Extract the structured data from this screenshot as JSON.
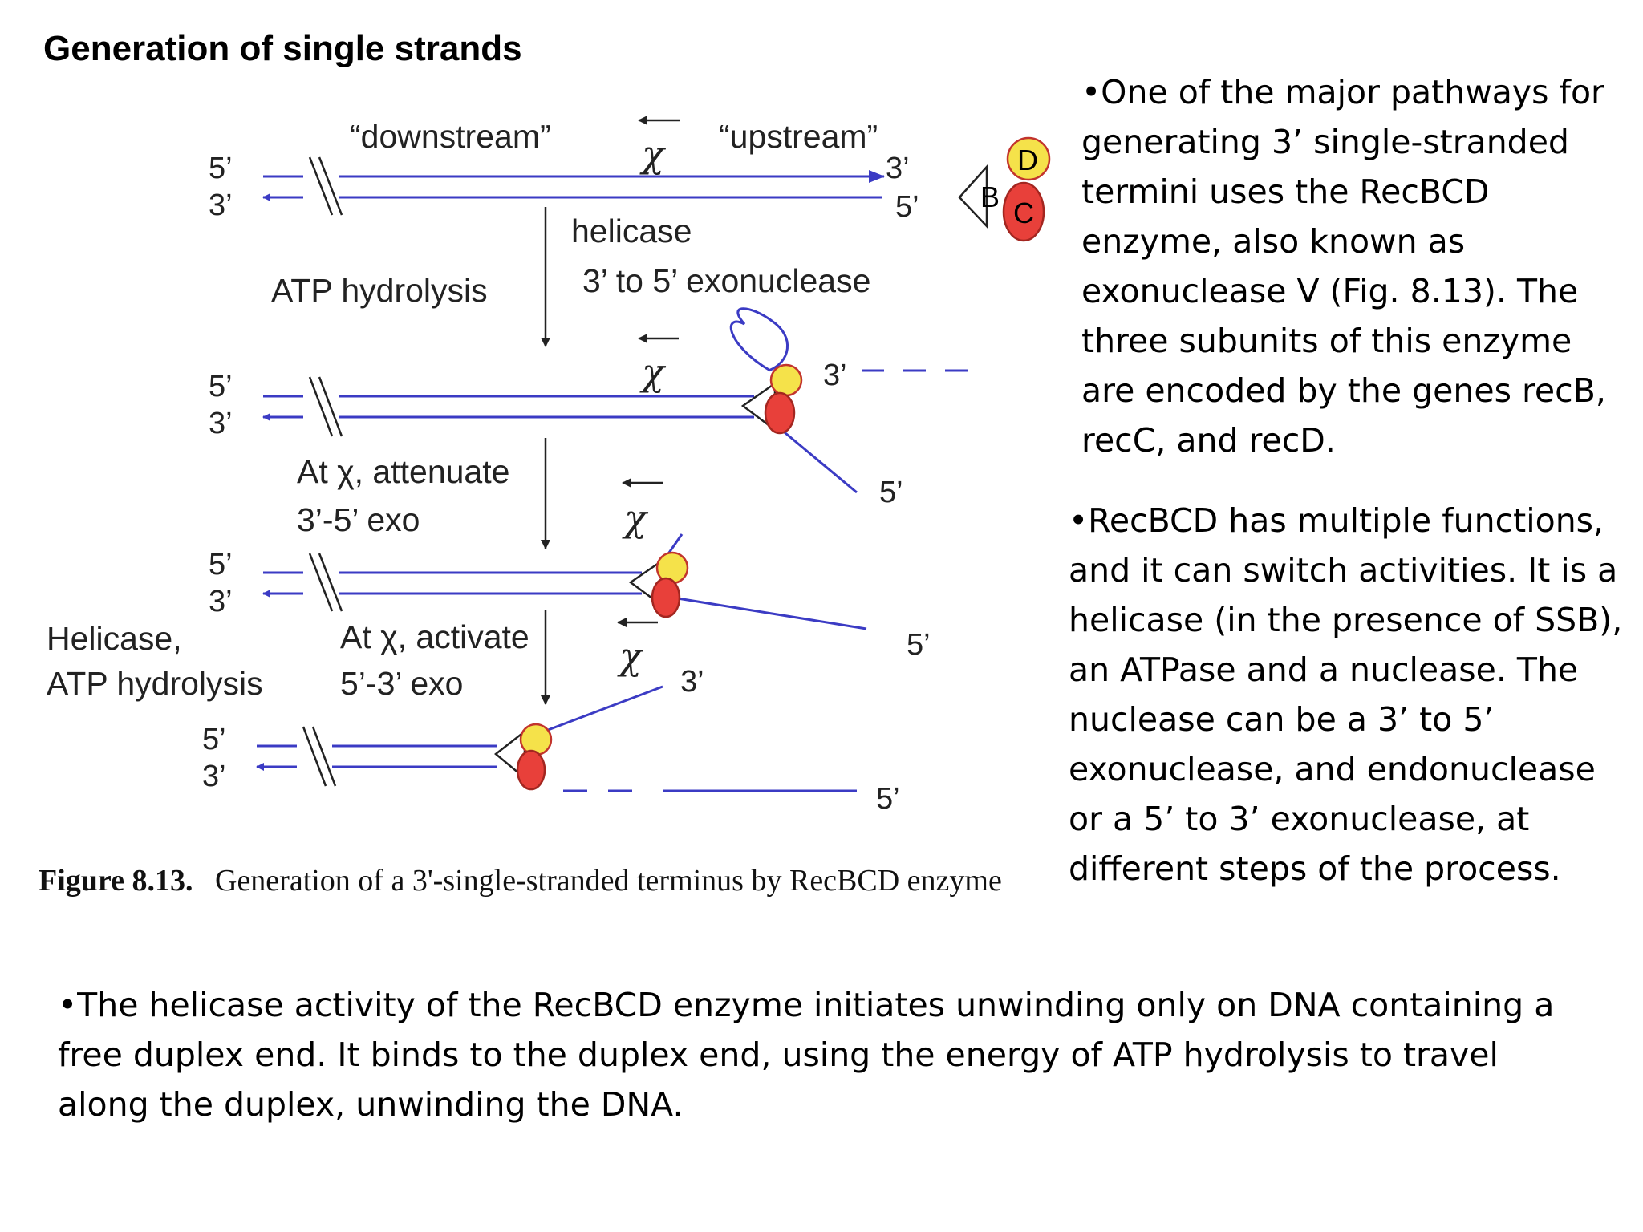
{
  "slide": {
    "title": "Generation of single strands",
    "paragraph_1": "•One of the major pathways for generating 3’ single-stranded termini uses the RecBCD enzyme, also known as exonuclease V (Fig. 8.13). The three subunits of this enzyme are encoded by the genes recB, recC, and recD.",
    "paragraph_2": "•RecBCD has multiple functions, and it can switch activities. It is a helicase (in the presence of SSB), an ATPase and a nuclease. The nuclease can be a 3’ to 5’ exonuclease, and endonuclease or a 5’ to 3’ exonuclease, at different steps of the process.",
    "paragraph_3": "•The helicase activity of the RecBCD enzyme initiates unwinding only on DNA containing a free duplex end. It binds to the duplex end, using the energy of ATP hydrolysis to travel along the duplex, unwinding the DNA."
  },
  "figure": {
    "downstream": "“downstream”",
    "upstream": "“upstream”",
    "chi": "χ",
    "end5": "5’",
    "end3": "3’",
    "helicase": "helicase",
    "exonuclease_3to5": "3’ to 5’  exonuclease",
    "atp_hydrolysis": "ATP hydrolysis",
    "attenuate_line1": "At χ, attenuate",
    "attenuate_line2": "3’-5’ exo",
    "activate_line1": "At χ, activate",
    "activate_line2": "5’-3’ exo",
    "helicase_comma": "Helicase,",
    "subunit_b": "B",
    "subunit_c": "C",
    "subunit_d": "D",
    "caption_label": "Figure 8.13.",
    "caption_text": "Generation of a 3'-single-stranded terminus by RecBCD enzyme",
    "colors": {
      "strand": "#3b3bc4",
      "subunit_d": "#f5e24a",
      "subunit_c": "#e8403a"
    }
  }
}
